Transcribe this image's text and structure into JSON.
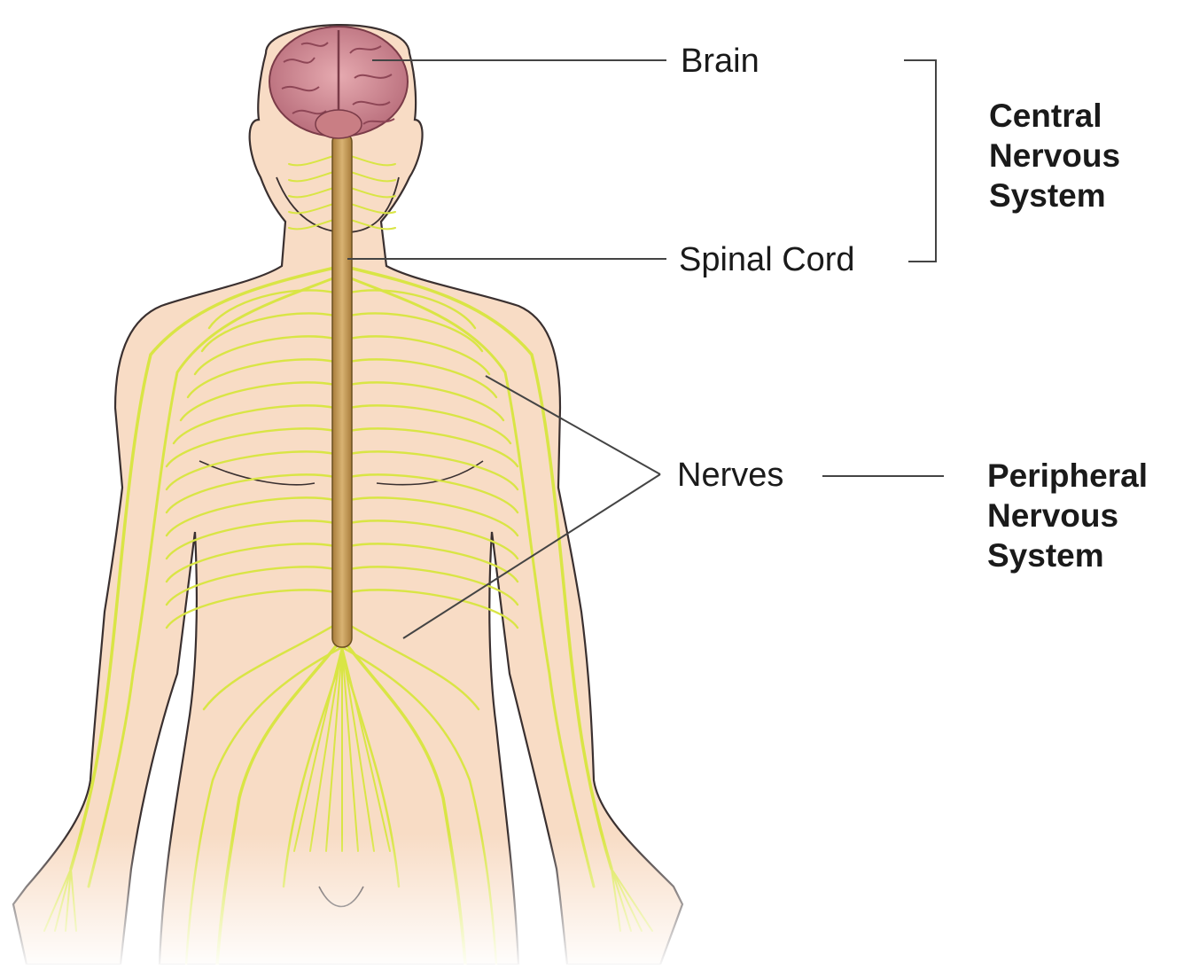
{
  "labels": {
    "brain": "Brain",
    "spinal_cord": "Spinal Cord",
    "nerves": "Nerves"
  },
  "groups": {
    "central": [
      "Central",
      "Nervous",
      "System"
    ],
    "peripheral": [
      "Peripheral",
      "Nervous",
      "System"
    ]
  },
  "colors": {
    "skin": "#f8dcc5",
    "skin_outline": "#3a3030",
    "nerve": "#d9e545",
    "spinal_cord": "#c8a060",
    "brain": "#d4909a",
    "leader_line": "#444444"
  }
}
